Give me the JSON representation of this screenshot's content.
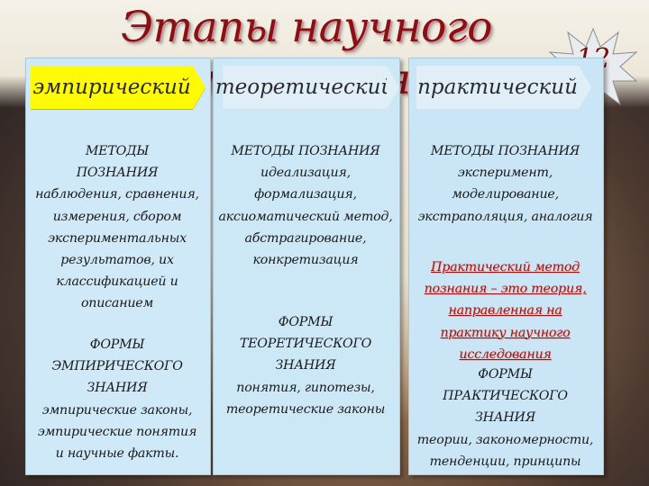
{
  "title": "Этапы научного познания",
  "slide_number": "12",
  "colors": {
    "title": "#8b0f14",
    "panel": "#c9e6f5",
    "empirical_label": "#fffb05",
    "highlight": "#9e1212"
  },
  "columns": [
    {
      "stage": "эмпирический",
      "methods": [
        "МЕТОДЫ",
        "ПОЗНАНИЯ",
        "наблюдения, сравнения,",
        "измерения, сбором",
        "экспериментальных",
        "результатов, их",
        "классификацией и",
        "описанием"
      ],
      "forms": [
        "ФОРМЫ",
        "ЭМПИРИЧЕСКОГО",
        "ЗНАНИЯ",
        "эмпирические законы,",
        "эмпирические понятия",
        "и научные факты."
      ]
    },
    {
      "stage": "теоретический",
      "methods": [
        "МЕТОДЫ ПОЗНАНИЯ",
        "идеализация,",
        "формализация,",
        "аксиоматический метод,",
        "абстрагирование,",
        "конкретизация"
      ],
      "forms": [
        "ФОРМЫ",
        "ТЕОРЕТИЧЕСКОГО",
        "ЗНАНИЯ",
        "понятия, гипотезы,",
        "теоретические законы"
      ]
    },
    {
      "stage": "практический",
      "methods": [
        "МЕТОДЫ ПОЗНАНИЯ",
        "эксперимент,",
        "моделирование,",
        "экстраполяция, аналогия"
      ],
      "highlight": [
        "Практический метод",
        "познания – это теория,",
        "направленная на",
        "практику научного",
        "исследования"
      ],
      "forms": [
        "ФОРМЫ",
        "ПРАКТИЧЕСКОГО",
        "ЗНАНИЯ",
        "теории, закономерности,",
        "тенденции, принципы"
      ]
    }
  ]
}
